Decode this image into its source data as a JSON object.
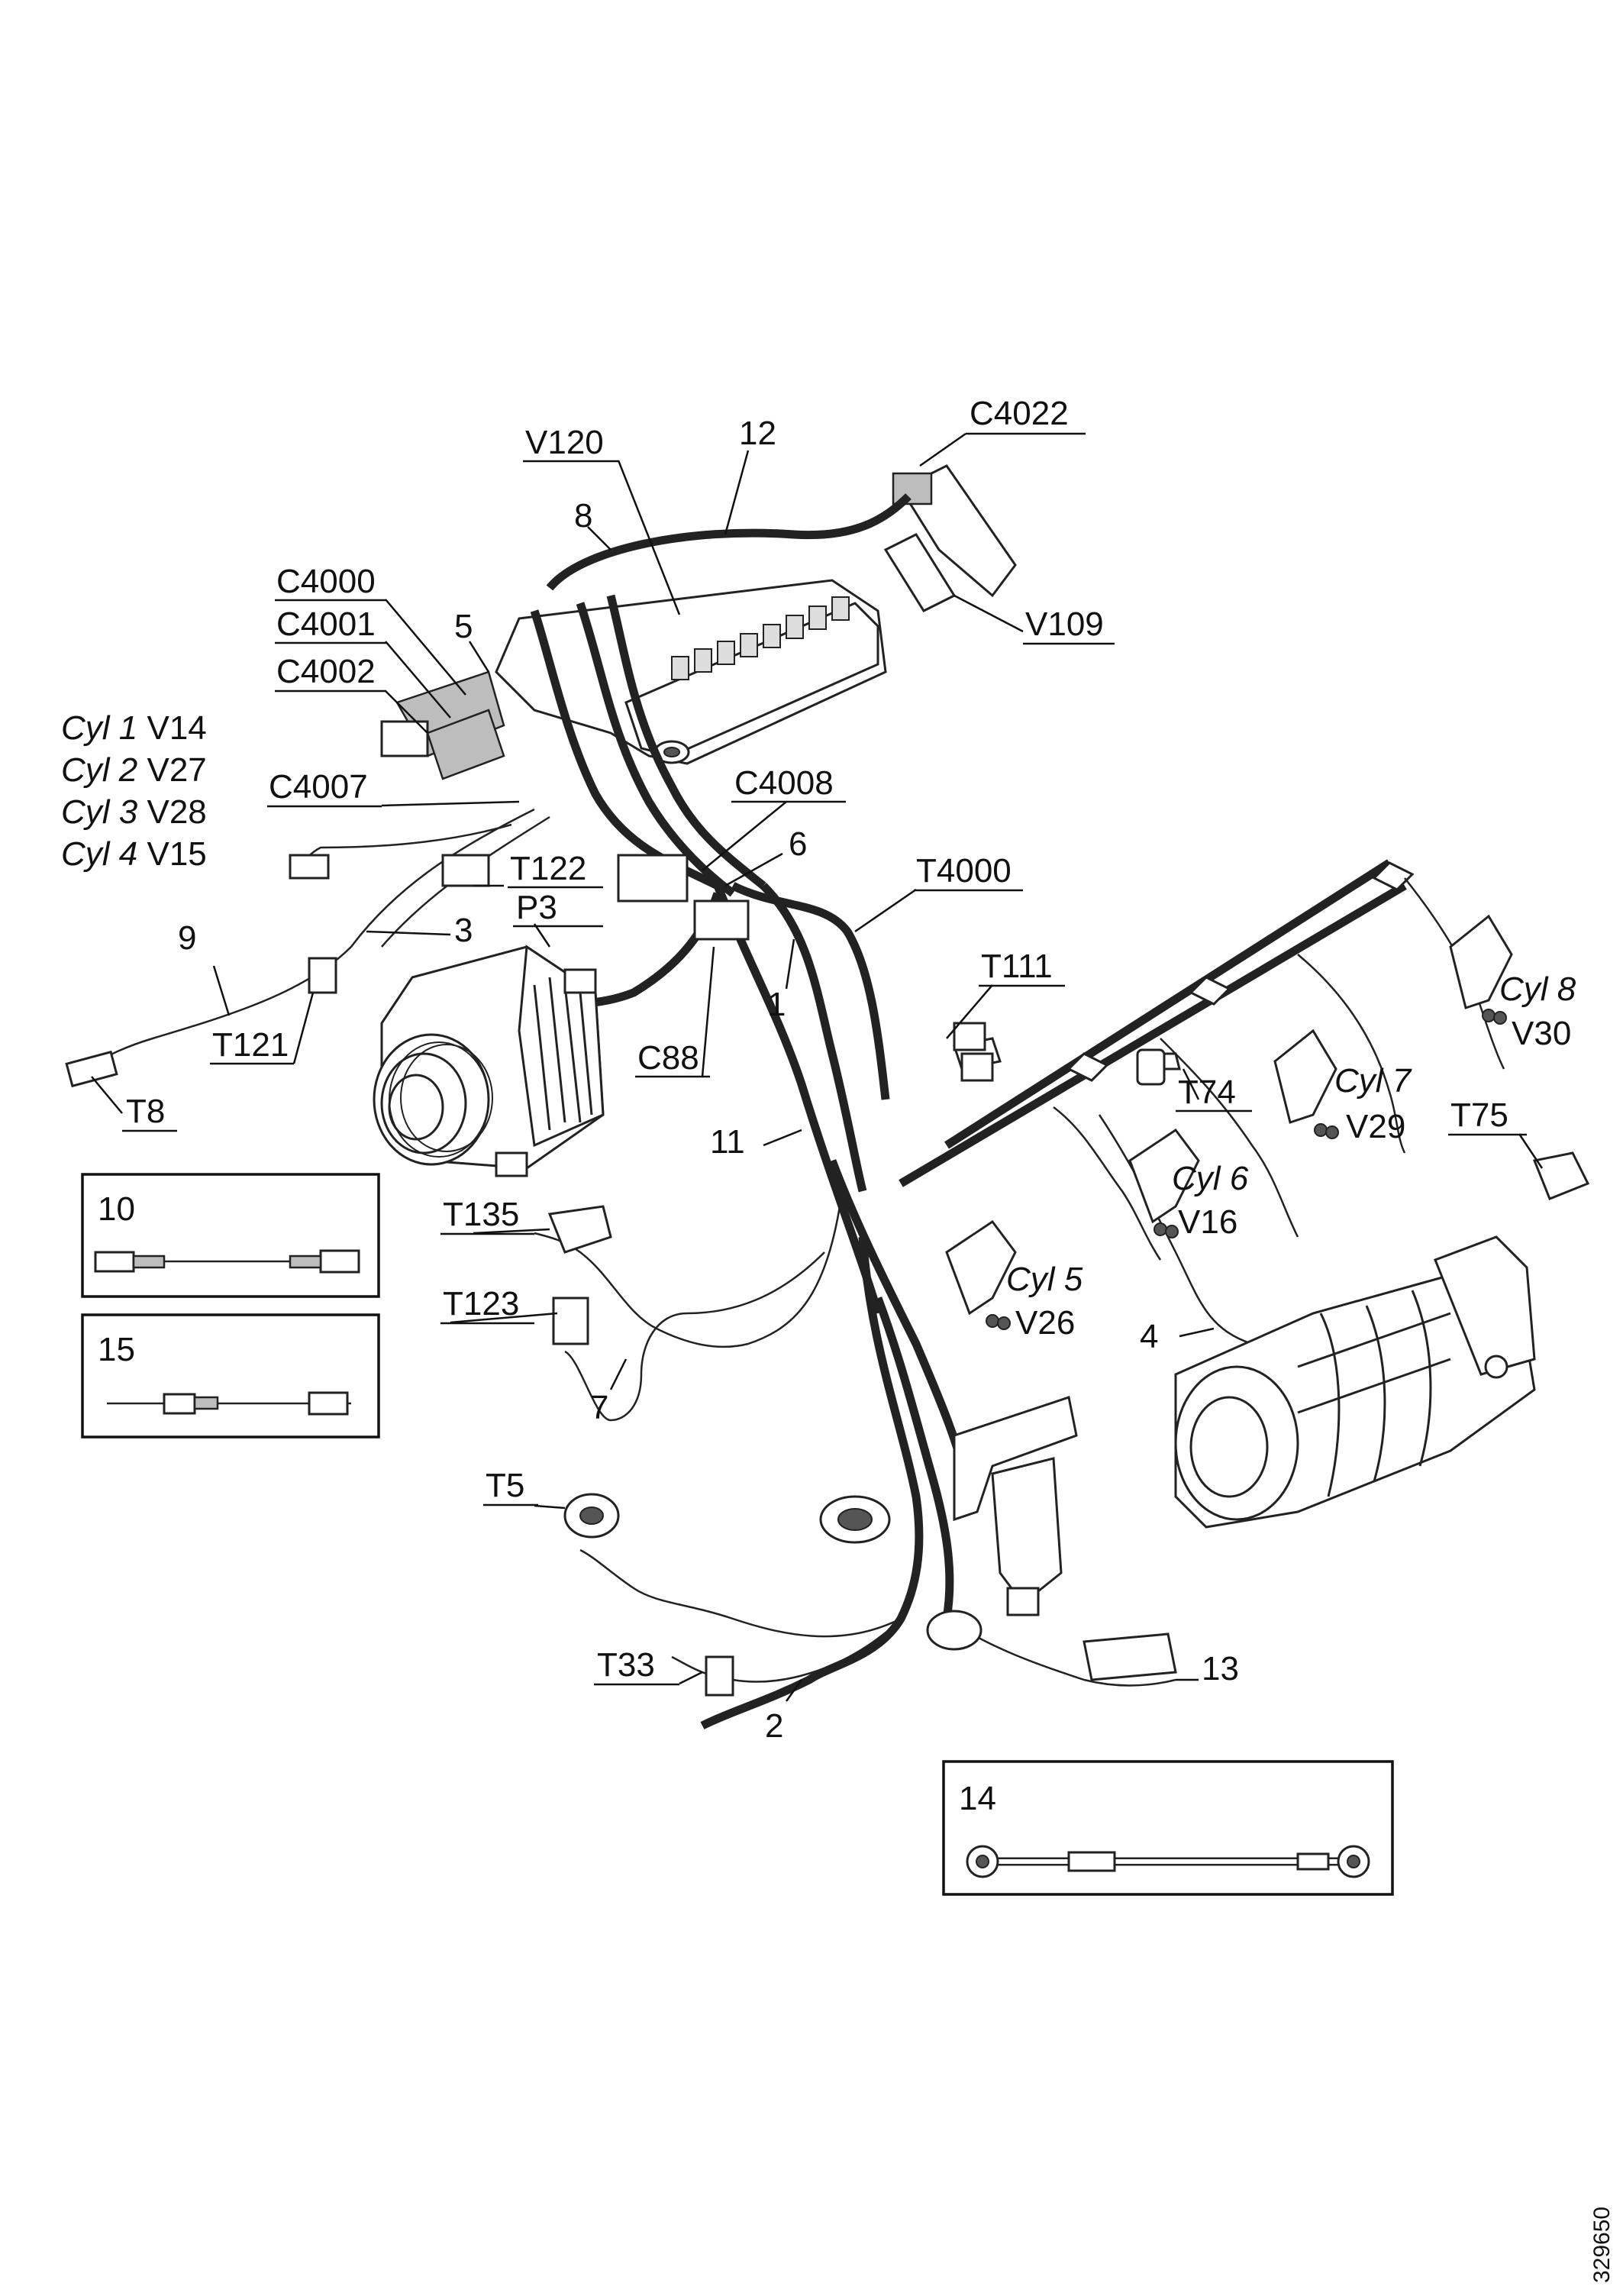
{
  "labels": {
    "c4022": "C4022",
    "n12": "12",
    "v120": "V120",
    "n8": "8",
    "c4000": "C4000",
    "c4001": "C4001",
    "c4002": "C4002",
    "n5": "5",
    "v109": "V109",
    "cyl1": "Cyl 1",
    "cyl1_v": "V14",
    "cyl2": "Cyl 2",
    "cyl2_v": "V27",
    "cyl3": "Cyl 3",
    "cyl3_v": "V28",
    "cyl4": "Cyl 4",
    "cyl4_v": "V15",
    "c4007": "C4007",
    "c4008": "C4008",
    "n6": "6",
    "t122": "T122",
    "t4000": "T4000",
    "p3": "P3",
    "n3": "3",
    "n9": "9",
    "n1": "1",
    "t111": "T111",
    "cyl8": "Cyl 8",
    "cyl8_v": "V30",
    "t121": "T121",
    "c88": "C88",
    "t74": "T74",
    "cyl7": "Cyl 7",
    "cyl7_v": "V29",
    "t75": "T75",
    "t8": "T8",
    "n11": "11",
    "cyl6": "Cyl 6",
    "cyl6_v": "V16",
    "n10": "10",
    "t135": "T135",
    "cyl5": "Cyl 5",
    "cyl5_v": "V26",
    "t123": "T123",
    "n4": "4",
    "n15": "15",
    "n7": "7",
    "t5": "T5",
    "t33": "T33",
    "n13": "13",
    "n2": "2",
    "n14": "14"
  },
  "document_number": "329650"
}
